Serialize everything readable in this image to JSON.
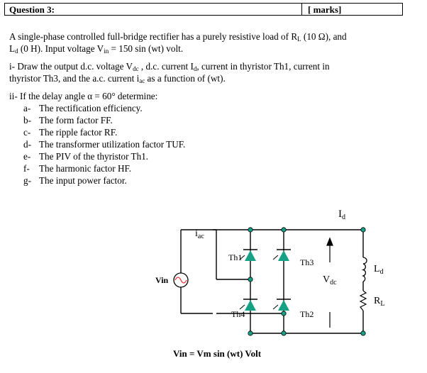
{
  "header": {
    "question": "Question 3:",
    "marks": "[  marks]"
  },
  "intro": {
    "l1a": "A single-phase controlled full-bridge rectifier has a purely resistive load of R",
    "l1sub": "L",
    "l1b": " (10 Ω), and",
    "l2a": "L",
    "l2sub": "d",
    "l2b": " (0 H).  Input voltage V",
    "l2sub2": "in",
    "l2c": " = 150 sin (wt)     volt."
  },
  "part1": {
    "a": "i- Draw the output d.c. voltage V",
    "sub1": "dc",
    "b": " , d.c. current I",
    "sub2": "d",
    "c": ", current in thyristor Th1, current in",
    "line2a": "thyristor Th3, and the a.c. current i",
    "sub3": "ac",
    "line2b": " as  a function of (wt)."
  },
  "part2": {
    "intro": "ii- If the delay angle α = 60° determine:",
    "items": [
      {
        "m": "a-",
        "t": "The rectification efficiency."
      },
      {
        "m": "b-",
        "t": "The form factor FF."
      },
      {
        "m": "c-",
        "t": "The ripple factor RF."
      },
      {
        "m": "d-",
        "t": "The transformer utilization factor TUF."
      },
      {
        "m": "e-",
        "t": "The PIV of the thyristor Th1."
      },
      {
        "m": "f-",
        "t": "The harmonic factor HF."
      },
      {
        "m": "g-",
        "t": "The input power factor."
      }
    ]
  },
  "circuit": {
    "id_main": "I",
    "id_sub": "d",
    "iac_main": "i",
    "iac_sub": "ac",
    "th1": "Th1",
    "th3": "Th3",
    "th4": "Th4",
    "th2": "Th2",
    "ld_main": "L",
    "ld_sub": "d",
    "rl_main": "R",
    "rl_sub": "L",
    "vdc_main": "V",
    "vdc_sub": "dc",
    "vin": "Vin",
    "equation": "Vin = Vm sin (wt)   Volt"
  }
}
